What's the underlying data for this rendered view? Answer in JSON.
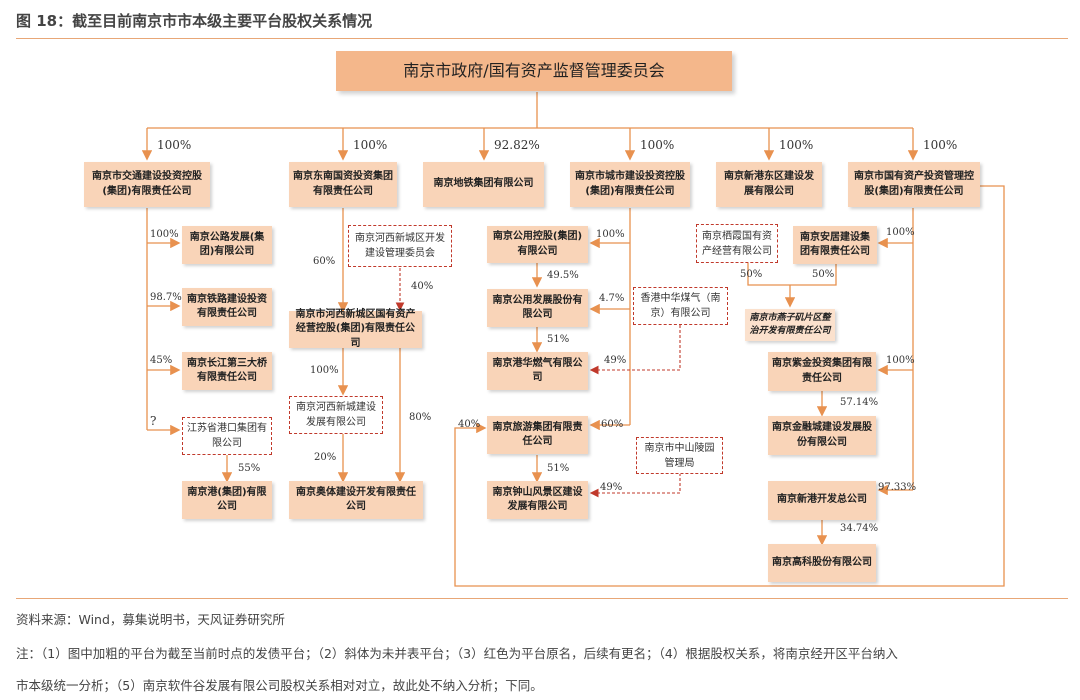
{
  "title": "图 18：截至目前南京市市本级主要平台股权关系情况",
  "root": "南京市政府/国有资产监督管理委员会",
  "level1": [
    {
      "name": "南京市交通建设投资控股(集团)有限责任公司",
      "pct": "100%"
    },
    {
      "name": "南京东南国资投资集团有限责任公司",
      "pct": "100%"
    },
    {
      "name": "南京地铁集团有限公司",
      "pct": "92.82%"
    },
    {
      "name": "南京市城市建设投资控股(集团)有限责任公司",
      "pct": "100%"
    },
    {
      "name": "南京新港东区建设发展有限公司",
      "pct": "100%"
    },
    {
      "name": "南京市国有资产投资管理控股(集团)有限责任公司",
      "pct": "100%"
    }
  ],
  "col1": {
    "nodes": [
      "南京公路发展(集团)有限公司",
      "南京铁路建设投资有限责任公司",
      "南京长江第三大桥有限责任公司",
      "江苏省港口集团有限公司",
      "南京港(集团)有限公司"
    ],
    "pcts": [
      "100%",
      "98.7%",
      "45%",
      "?",
      "55%"
    ]
  },
  "col2": {
    "nodes": [
      "南京河西新城区开发建设管理委员会",
      "南京市河西新城区国有资产经营控股(集团)有限责任公司",
      "南京河西新城建设发展有限公司",
      "南京奥体建设开发有限责任公司"
    ],
    "pcts": [
      "60%",
      "40%",
      "100%",
      "80%",
      "20%"
    ]
  },
  "col4": {
    "nodes": [
      "南京公用控股(集团)有限公司",
      "南京公用发展股份有限公司",
      "南京港华燃气有限公司",
      "香港中华煤气（南京）有限公司",
      "南京旅游集团有限责任公司",
      "南京市中山陵园管理局",
      "南京钟山风景区建设发展有限公司"
    ],
    "pcts": [
      "100%",
      "49.5%",
      "4.7%",
      "51%",
      "49%",
      "60%",
      "40%",
      "51%",
      "49%"
    ]
  },
  "col6": {
    "nodes": [
      "南京栖霞国有资产经营有限公司",
      "南京安居建设集团有限责任公司",
      "南京市燕子矶片区整治开发有限责任公司",
      "南京紫金投资集团有限责任公司",
      "南京金融城建设发展股份有限公司",
      "南京新港开发总公司",
      "南京高科股份有限公司"
    ],
    "pcts": [
      "100%",
      "50%",
      "50%",
      "100%",
      "57.14%",
      "97.33%",
      "34.74%"
    ]
  },
  "footer": {
    "source": "资料来源：Wind，募集说明书，天风证券研究所",
    "note_line1": "注：（1）图中加粗的平台为截至当前时点的发债平台；（2）斜体为未并表平台；（3）红色为平台原名，后续有更名；（4）根据股权关系，将南京经开区平台纳入",
    "note_line2": "市本级统一分析；（5）南京软件谷发展有限公司股权关系相对对立，故此处不纳入分析；下同。"
  },
  "colors": {
    "box": "#f9d4b8",
    "root": "#f4b78b",
    "line": "#e8914f",
    "red": "#c0392b"
  }
}
